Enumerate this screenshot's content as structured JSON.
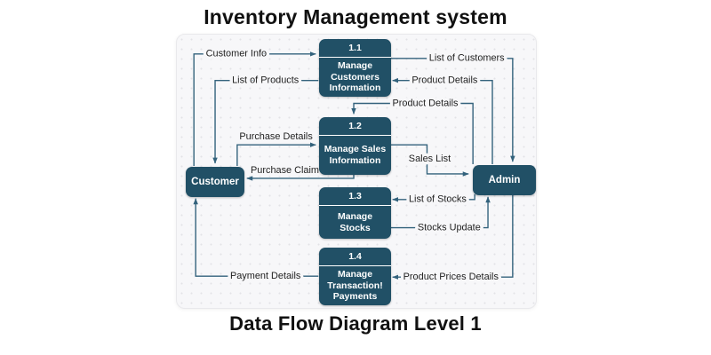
{
  "title": "Inventory Management system",
  "caption": "Data Flow Diagram Level 1",
  "colors": {
    "node": "#215066",
    "line": "#33627c",
    "card-bg": "#f7f7f9",
    "ink": "#111111"
  },
  "entities": {
    "customer": "Customer",
    "admin": "Admin"
  },
  "processes": [
    {
      "id": "1.1",
      "label": "Manage Customers Information"
    },
    {
      "id": "1.2",
      "label": "Manage Sales Information"
    },
    {
      "id": "1.3",
      "label": "Manage Stocks"
    },
    {
      "id": "1.4",
      "label": "Manage Transaction! Payments"
    }
  ],
  "flows": [
    {
      "label": "Customer Info",
      "from": "Customer",
      "to": "1.1"
    },
    {
      "label": "List of Products",
      "from": "1.1",
      "to": "Customer"
    },
    {
      "label": "Product Details",
      "from": "Admin",
      "to": "1.1"
    },
    {
      "label": "List of Customers",
      "from": "1.1",
      "to": "Admin"
    },
    {
      "label": "Product Details",
      "from": "Admin",
      "to": "1.2"
    },
    {
      "label": "Purchase Details",
      "from": "Customer",
      "to": "1.2"
    },
    {
      "label": "Purchase Claim",
      "from": "1.2",
      "to": "Customer"
    },
    {
      "label": "Sales List",
      "from": "1.2",
      "to": "Admin"
    },
    {
      "label": "List of Stocks",
      "from": "Admin",
      "to": "1.3"
    },
    {
      "label": "Stocks Update",
      "from": "1.3",
      "to": "Admin"
    },
    {
      "label": "Product Prices Details",
      "from": "Admin",
      "to": "1.4"
    },
    {
      "label": "Payment Details",
      "from": "1.4",
      "to": "Customer"
    }
  ]
}
